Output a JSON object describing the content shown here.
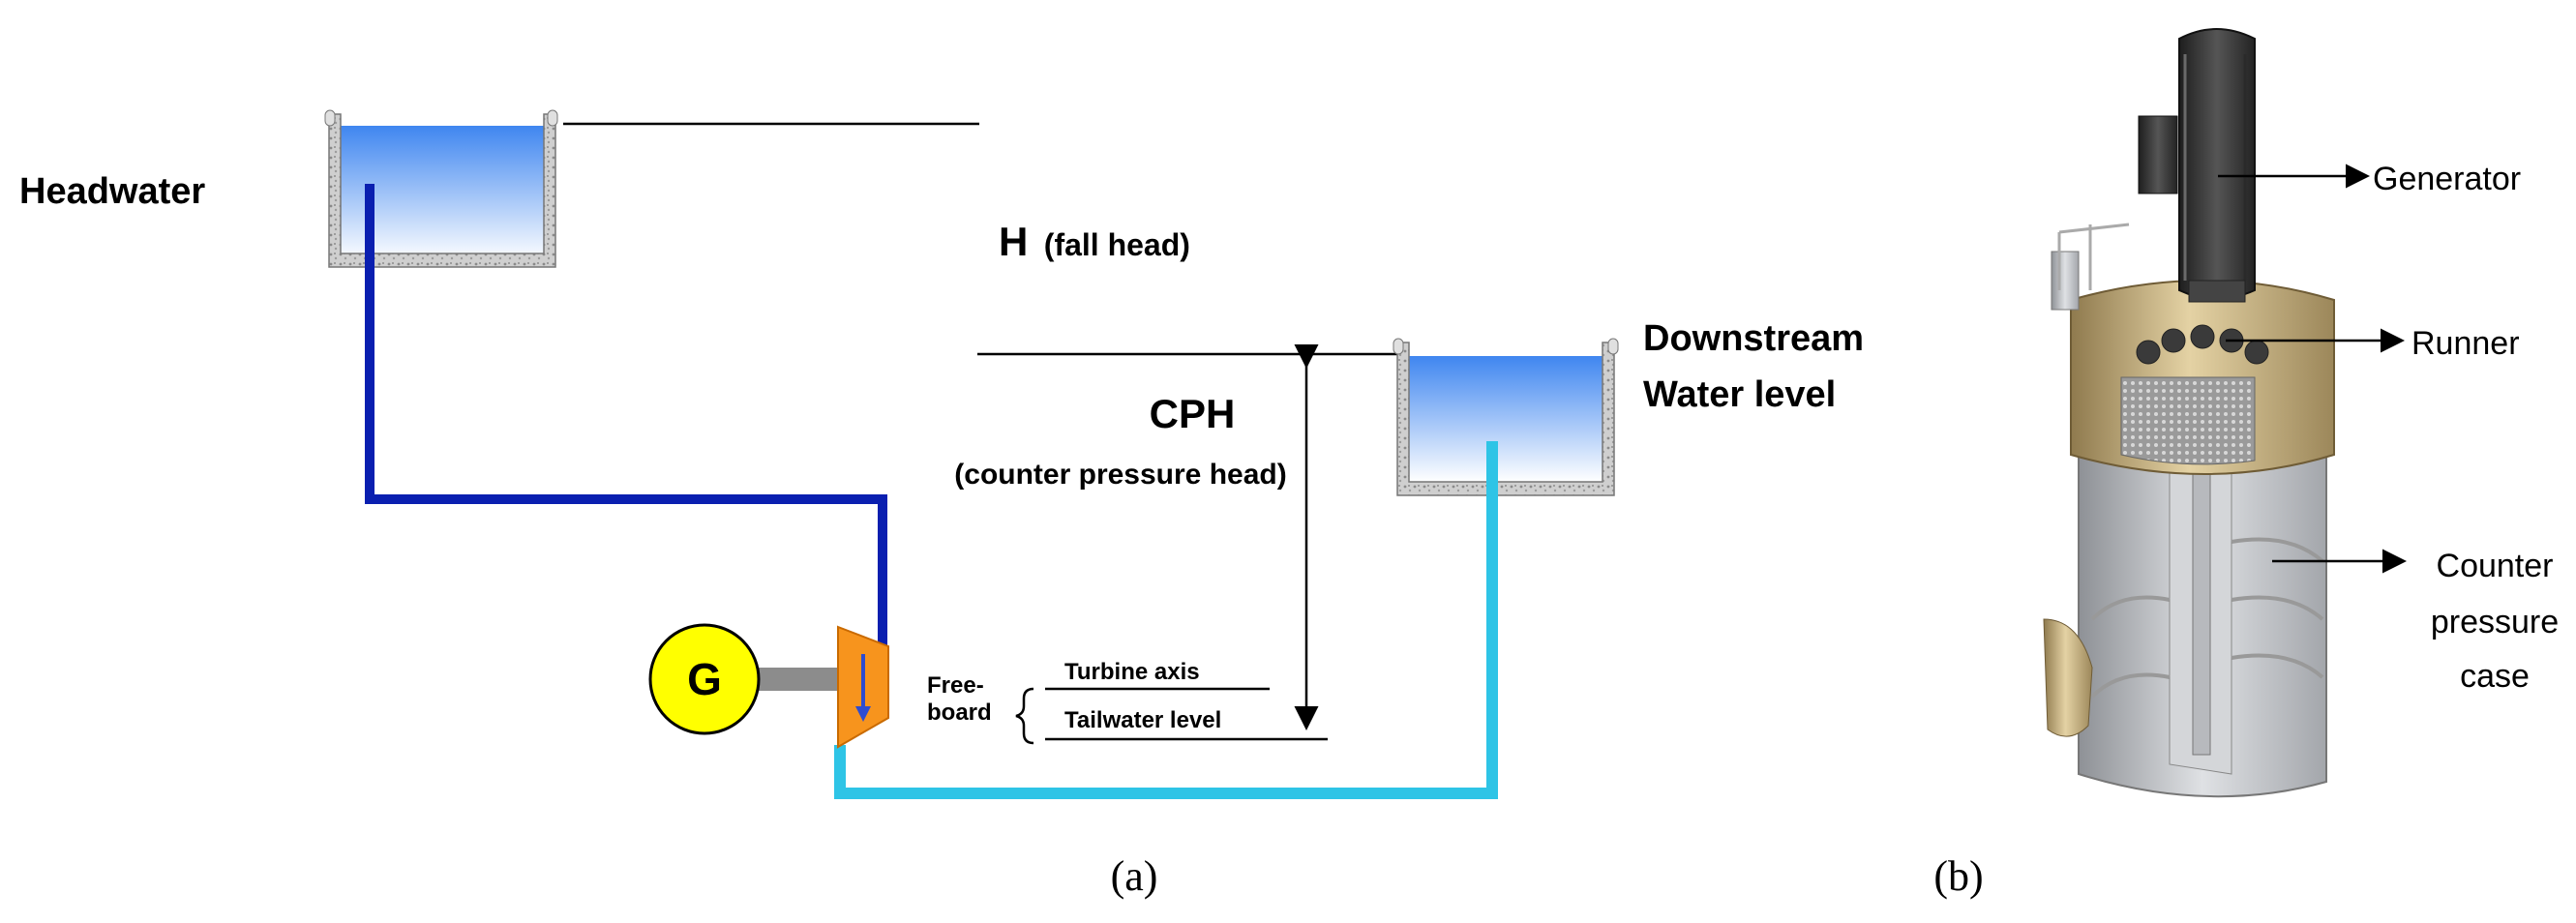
{
  "panel_a": {
    "headwater_label": "Headwater",
    "fall_head": {
      "symbol": "H",
      "description": "(fall head)"
    },
    "downstream": {
      "line1": "Downstream",
      "line2": "Water level"
    },
    "cph": {
      "symbol": "CPH",
      "description": "(counter pressure head)"
    },
    "generator_symbol": "G",
    "freeboard": {
      "line1": "Free-",
      "line2": "board"
    },
    "turbine_axis_label": "Turbine axis",
    "tailwater_label": "Tailwater level",
    "caption": "(a)"
  },
  "panel_b": {
    "generator_label": "Generator",
    "runner_label": "Runner",
    "case_label": {
      "line1": "Counter",
      "line2": "pressure",
      "line3": "case"
    },
    "caption": "(b)"
  },
  "colors": {
    "headrace_pipe": "#0a1fb0",
    "tailrace_pipe": "#2ec4e6",
    "generator_fill": "#ffff00",
    "turbine_fill": "#f7941d",
    "shaft": "#8c8c8c",
    "water_top": "#4a8ff0",
    "water_bottom": "#ffffff",
    "concrete": "#c8c8c8"
  }
}
